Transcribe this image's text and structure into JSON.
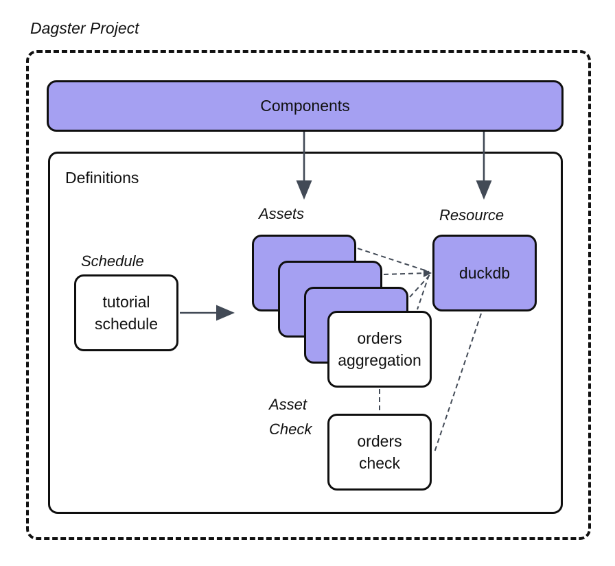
{
  "diagram": {
    "title": "Dagster Project",
    "components_bar": {
      "label": "Components"
    },
    "definitions_box": {
      "label": "Definitions"
    },
    "schedule": {
      "section_label": "Schedule",
      "node": {
        "line1": "tutorial",
        "line2": "schedule"
      }
    },
    "assets": {
      "section_label": "Assets",
      "stack_count": 3,
      "node": {
        "line1": "orders",
        "line2": "aggregation"
      }
    },
    "resource": {
      "section_label": "Resource",
      "node": {
        "label": "duckdb"
      }
    },
    "asset_check": {
      "section_label": "Asset\nCheck",
      "node": {
        "line1": "orders",
        "line2": "check"
      }
    }
  },
  "colors": {
    "accent_purple": "#a5a0f2",
    "node_border": "#0f0f0f",
    "connector": "#424a56",
    "outer_border": "#111111"
  }
}
